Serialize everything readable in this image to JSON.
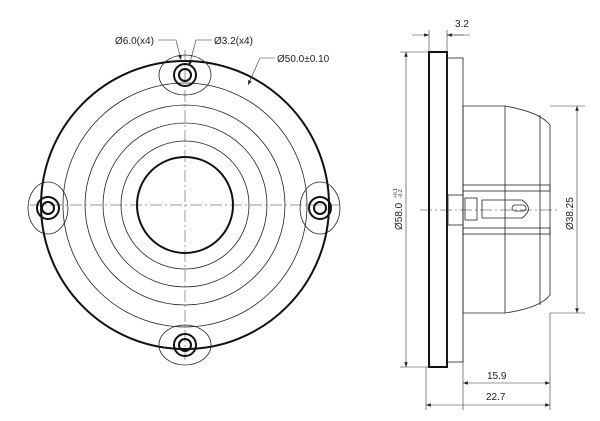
{
  "front_view": {
    "hole_large_label": "Ø6.0(x4)",
    "hole_small_label": "Ø3.2(x4)",
    "bolt_circle_label": "Ø50.0±0.10"
  },
  "side_view": {
    "flange_thickness_label": "3.2",
    "outer_diameter_label": "Ø58.0",
    "outer_diameter_tol_upper": "+0.1",
    "outer_diameter_tol_lower": "-0.2",
    "body_diameter_label": "Ø38.25",
    "body_depth_label": "15.9",
    "total_depth_label": "22.7"
  }
}
